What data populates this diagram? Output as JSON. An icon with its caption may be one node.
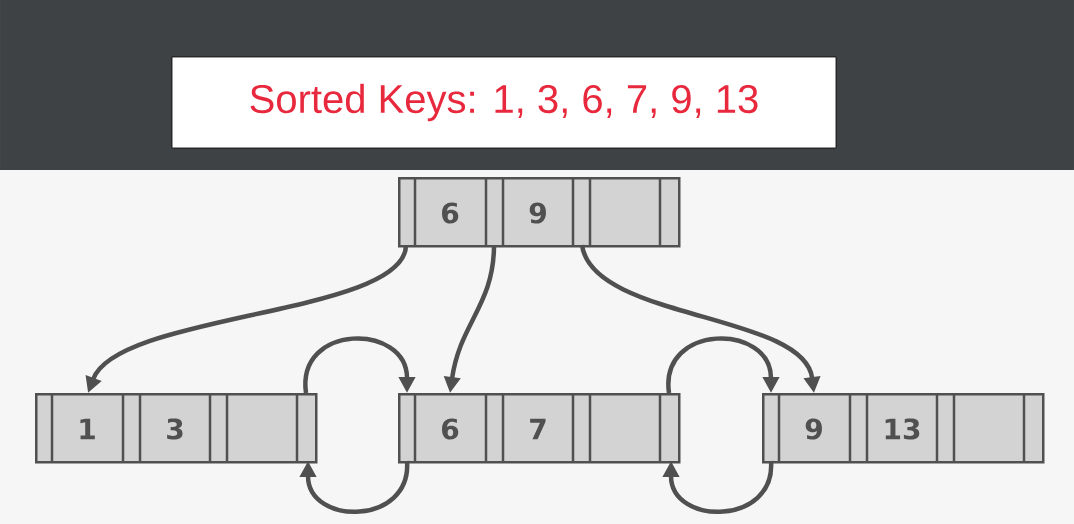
{
  "diagram": {
    "title": "Sorted Keys: 1, 3, 6, 7, 9, 13",
    "nodes": [
      {
        "text": [
          "6",
          "9"
        ]
      },
      {
        "text": [
          "1",
          "3"
        ]
      },
      {
        "text": [
          "6",
          "7"
        ]
      },
      {
        "text": [
          "9",
          "13"
        ]
      }
    ],
    "edges": [
      {
        "from": 0,
        "to": 1,
        "arrow": "to"
      },
      {
        "from": 0,
        "to": 2,
        "arrow": "to"
      },
      {
        "from": 0,
        "to": 3,
        "arrow": "to"
      },
      {
        "from": 1,
        "to": 2,
        "arrow": "to"
      },
      {
        "from": 2,
        "to": 1,
        "arrow": "to"
      },
      {
        "from": 2,
        "to": 3,
        "arrow": "to"
      },
      {
        "from": 3,
        "to": 2,
        "arrow": "to"
      }
    ]
  }
}
